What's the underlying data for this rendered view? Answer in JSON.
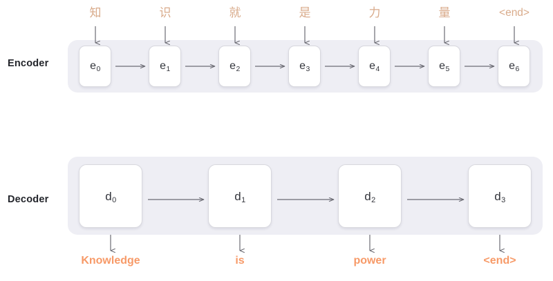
{
  "diagram": {
    "rows": [
      {
        "name": "encoder",
        "label": "Encoder",
        "inputs": [
          "知",
          "识",
          "就",
          "是",
          "力",
          "量",
          "<end>"
        ],
        "nodes": [
          {
            "base": "e",
            "sub": "0"
          },
          {
            "base": "e",
            "sub": "1"
          },
          {
            "base": "e",
            "sub": "2"
          },
          {
            "base": "e",
            "sub": "3"
          },
          {
            "base": "e",
            "sub": "4"
          },
          {
            "base": "e",
            "sub": "5"
          },
          {
            "base": "e",
            "sub": "6"
          }
        ]
      },
      {
        "name": "decoder",
        "label": "Decoder",
        "nodes": [
          {
            "base": "d",
            "sub": "0"
          },
          {
            "base": "d",
            "sub": "1"
          },
          {
            "base": "d",
            "sub": "2"
          },
          {
            "base": "d",
            "sub": "3"
          }
        ],
        "outputs": [
          "Knowledge",
          "is",
          "power",
          "<end>"
        ]
      }
    ]
  },
  "colors": {
    "band": "#eeeef4",
    "input_token": "#d9ab8b",
    "output_token": "#f79a68",
    "node_border": "#d8d8de",
    "node_fill": "#ffffff",
    "arrow": "#6b6b73",
    "label": "#23252b"
  }
}
